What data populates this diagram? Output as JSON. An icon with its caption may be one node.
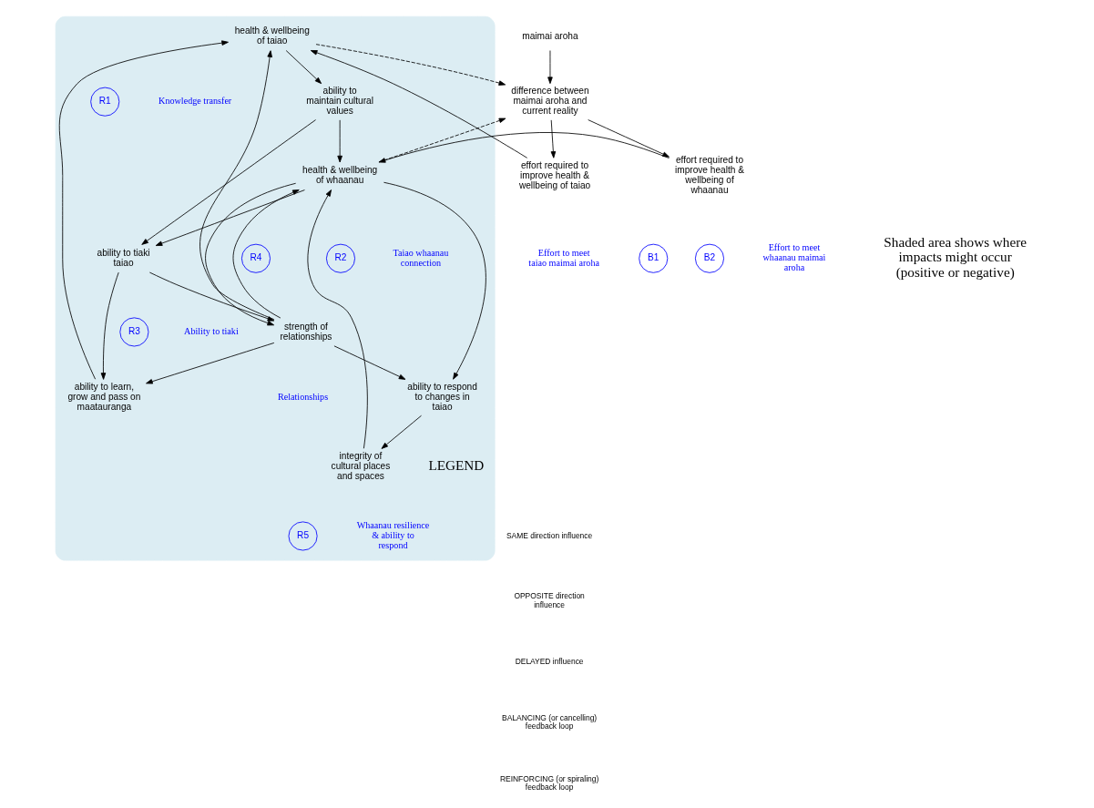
{
  "diagram": {
    "nodes": [
      {
        "text": [
          "effort required to improve health & wellbeing of taiao"
        ]
      },
      {
        "text": [
          "difference between maimai aroha and current reality"
        ]
      },
      {
        "text": [
          "effort required to improve health & wellbeing of whaanau"
        ]
      },
      {
        "text": [
          "maimai aroha"
        ]
      },
      {
        "text": [],
        "shape": "cloud"
      },
      {
        "text": [
          "health & wellbeing of taiao"
        ],
        "in": 4
      },
      {
        "text": [
          "ability to maintain cultural values"
        ],
        "in": 4
      },
      {
        "text": [
          "health & wellbeing of whaanau"
        ],
        "in": 4
      },
      {
        "text": [
          "integrity of cultural places and spaces"
        ],
        "in": 4
      },
      {
        "text": [
          "ability to learn, grow and pass on maatauranga"
        ],
        "in": 4
      },
      {
        "text": [
          "ability to tiaki taiao"
        ],
        "in": 4
      },
      {
        "text": [
          "ability to respond to changes in taiao"
        ],
        "in": 4
      },
      {
        "text": [
          "strength of relationships"
        ],
        "in": 4
      }
    ],
    "edges": [
      {
        "from": 1,
        "to": 0,
        "arrow": "to"
      },
      {
        "from": 1,
        "to": 2,
        "arrow": "to"
      },
      {
        "from": 0,
        "to": 5,
        "arrow": "to"
      },
      {
        "from": 2,
        "to": 7,
        "arrow": "to"
      },
      {
        "from": 5,
        "to": 1,
        "arrow": "to",
        "style": "dashed"
      },
      {
        "from": 3,
        "to": 1,
        "arrow": "to"
      },
      {
        "from": 7,
        "to": 1,
        "arrow": "to",
        "style": "dashed"
      },
      {
        "from": 5,
        "to": 6,
        "arrow": "to"
      },
      {
        "from": 6,
        "to": 7,
        "arrow": "to"
      },
      {
        "from": 6,
        "to": 10,
        "arrow": "to"
      },
      {
        "from": 7,
        "to": 10,
        "arrow": "to"
      },
      {
        "from": 7,
        "to": 12,
        "arrow": "to"
      },
      {
        "from": 7,
        "to": 11,
        "arrow": "to"
      },
      {
        "from": 12,
        "to": 7,
        "arrow": "to"
      },
      {
        "from": 8,
        "to": 7,
        "arrow": "to"
      },
      {
        "from": 11,
        "to": 8,
        "arrow": "to"
      },
      {
        "from": 10,
        "to": 9,
        "arrow": "to"
      },
      {
        "from": 10,
        "to": 12,
        "arrow": "to"
      },
      {
        "from": 12,
        "to": 9,
        "arrow": "to"
      },
      {
        "from": 12,
        "to": 11,
        "arrow": "to"
      },
      {
        "from": 9,
        "to": 5,
        "arrow": "to"
      },
      {
        "from": 12,
        "to": 5,
        "arrow": "to"
      }
    ],
    "labels": [
      "B1",
      "B2",
      "Effort to meet taiao maimai aroha",
      "Effort to meet whaanau maimai aroha",
      "Shaded area shows where impacts might occur (positive or negative)",
      "R2",
      "R1",
      "Taiao whaanau connection",
      "R5",
      "Knowledge transfer",
      "R4",
      "Whaanau resilience & ability to respond",
      "Relationships",
      "R3",
      "Ability to tiaki",
      "LEGEND"
    ],
    "legend": [
      {
        "text": "SAME direction influence"
      },
      {
        "text": "OPPOSITE direction influence"
      },
      {
        "text": "DELAYED influence"
      },
      {
        "text": "BALANCING (or cancelling) feedback loop"
      },
      {
        "text": "REINFORCING (or spiraling) feedback loop"
      }
    ]
  }
}
